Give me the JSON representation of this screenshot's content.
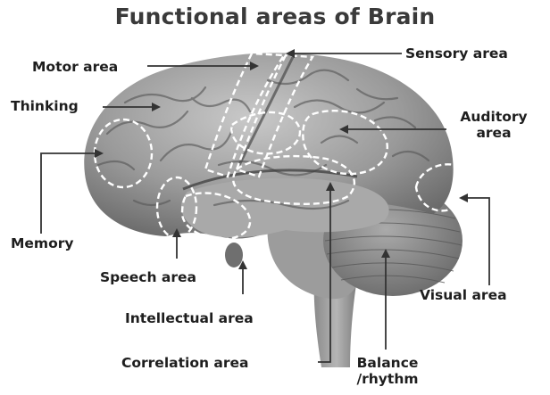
{
  "title": "Functional areas of Brain",
  "labels": {
    "motor": "Motor area",
    "sensory": "Sensory area",
    "thinking": "Thinking",
    "auditory_1": "Auditory",
    "auditory_2": "area",
    "memory": "Memory",
    "speech": "Speech area",
    "visual": "Visual area",
    "intellectual": "Intellectual area",
    "correlation": "Correlation area",
    "balance_1": "Balance",
    "balance_2": "/rhythm"
  },
  "colors": {
    "background": "#ffffff",
    "text": "#1e1e1e",
    "title": "#3a3a3a",
    "brain_light": "#b8b8b8",
    "brain_dark": "#5f5f5f",
    "leader_line": "#333333",
    "region_outline": "#ffffff"
  },
  "icons": {
    "brain": "brain-illustration"
  }
}
